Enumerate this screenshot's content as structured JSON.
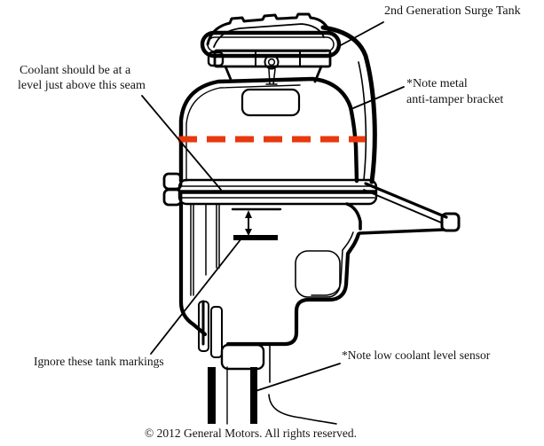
{
  "annotations": {
    "surge_tank_label": "2nd Generation Surge Tank",
    "coolant_note_line1": "Coolant should be at a",
    "coolant_note_line2": "level just above this seam",
    "bracket_note_line1": "*Note metal",
    "bracket_note_line2": "anti-tamper bracket",
    "tank_markings_note": "Ignore these tank markings",
    "sensor_note": "*Note low coolant level sensor"
  },
  "footer": {
    "copyright": "© 2012 General Motors. All rights reserved."
  },
  "colors": {
    "coolant_level_line": "#e8380e",
    "line_art": "#000000",
    "background": "#ffffff"
  }
}
